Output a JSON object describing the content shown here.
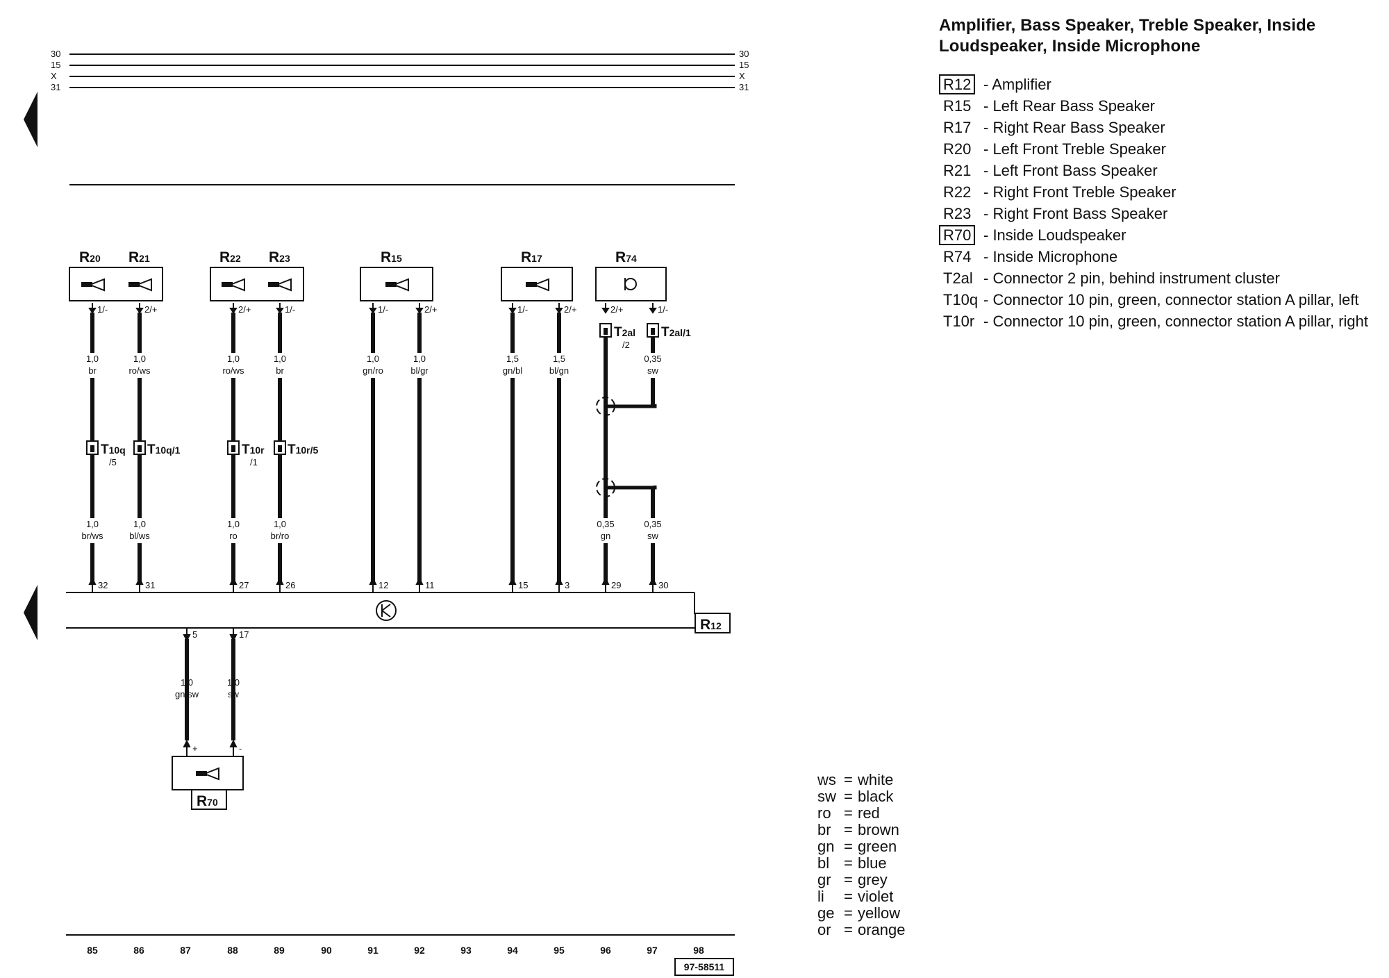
{
  "title": "Amplifier, Bass Speaker, Treble Speaker, Inside Loudspeaker, Inside Microphone",
  "bus_lines": [
    "30",
    "15",
    "X",
    "31"
  ],
  "components": {
    "R20": {
      "letter": "R",
      "num": "20"
    },
    "R21": {
      "letter": "R",
      "num": "21"
    },
    "R22": {
      "letter": "R",
      "num": "22"
    },
    "R23": {
      "letter": "R",
      "num": "23"
    },
    "R15": {
      "letter": "R",
      "num": "15"
    },
    "R17": {
      "letter": "R",
      "num": "17"
    },
    "R74": {
      "letter": "R",
      "num": "74"
    },
    "R12": {
      "letter": "R",
      "num": "12"
    },
    "R70": {
      "letter": "R",
      "num": "70"
    }
  },
  "pins_top": {
    "c85": "1/-",
    "c86": "2/+",
    "c88": "2/+",
    "c89": "1/-",
    "c91": "1/-",
    "c92": "2/+",
    "c94": "1/-",
    "c95": "2/+",
    "c96": "2/+",
    "c97": "1/-"
  },
  "wires_upper": {
    "c85": {
      "size": "1,0",
      "color": "br"
    },
    "c86": {
      "size": "1,0",
      "color": "ro/ws"
    },
    "c88": {
      "size": "1,0",
      "color": "ro/ws"
    },
    "c89": {
      "size": "1,0",
      "color": "br"
    },
    "c91": {
      "size": "1,0",
      "color": "gn/ro"
    },
    "c92": {
      "size": "1,0",
      "color": "bl/gr"
    },
    "c94": {
      "size": "1,5",
      "color": "gn/bl"
    },
    "c95": {
      "size": "1,5",
      "color": "bl/gn"
    },
    "c97": {
      "size": "0,35",
      "color": "sw"
    }
  },
  "connectors": {
    "c85": {
      "main": "T",
      "sub": "10q",
      "pin": "/5"
    },
    "c86": {
      "main": "T",
      "sub": "10q/1",
      "pin": ""
    },
    "c88": {
      "main": "T",
      "sub": "10r",
      "pin": "/1"
    },
    "c89": {
      "main": "T",
      "sub": "10r/5",
      "pin": ""
    },
    "c96": {
      "main": "T",
      "sub": "2al",
      "pin": "/2"
    },
    "c97": {
      "main": "T",
      "sub": "2al/1",
      "pin": ""
    }
  },
  "wires_lower": {
    "c85": {
      "size": "1,0",
      "color": "br/ws"
    },
    "c86": {
      "size": "1,0",
      "color": "bl/ws"
    },
    "c88": {
      "size": "1,0",
      "color": "ro"
    },
    "c89": {
      "size": "1,0",
      "color": "br/ro"
    },
    "c96": {
      "size": "0,35",
      "color": "gn"
    },
    "c97": {
      "size": "0,35",
      "color": "sw"
    }
  },
  "amp_pins": {
    "c85": "32",
    "c86": "31",
    "c88": "27",
    "c89": "26",
    "c91": "12",
    "c92": "11",
    "c94": "15",
    "c95": "3",
    "c96": "29",
    "c97": "30",
    "b87": "5",
    "b88": "17"
  },
  "wires_bottom": {
    "c87": {
      "size": "1,0",
      "color": "gn/sw"
    },
    "c88": {
      "size": "1,0",
      "color": "sw"
    }
  },
  "r70_pins": {
    "plus": "+",
    "minus": "-"
  },
  "axis": [
    "85",
    "86",
    "87",
    "88",
    "89",
    "90",
    "91",
    "92",
    "93",
    "94",
    "95",
    "96",
    "97",
    "98"
  ],
  "diagram_id": "97-58511",
  "legend": [
    {
      "code": "R12",
      "boxed": true,
      "desc": "- Amplifier"
    },
    {
      "code": "R15",
      "boxed": false,
      "desc": "- Left Rear Bass Speaker"
    },
    {
      "code": "R17",
      "boxed": false,
      "desc": "- Right Rear Bass Speaker"
    },
    {
      "code": "R20",
      "boxed": false,
      "desc": "- Left Front Treble Speaker"
    },
    {
      "code": "R21",
      "boxed": false,
      "desc": "- Left Front Bass Speaker"
    },
    {
      "code": "R22",
      "boxed": false,
      "desc": "- Right Front Treble Speaker"
    },
    {
      "code": "R23",
      "boxed": false,
      "desc": "- Right Front Bass Speaker"
    },
    {
      "code": "R70",
      "boxed": true,
      "desc": "- Inside Loudspeaker"
    },
    {
      "code": "R74",
      "boxed": false,
      "desc": "- Inside Microphone"
    },
    {
      "code": "T2al",
      "boxed": false,
      "desc": "- Connector 2 pin, behind instrument cluster"
    },
    {
      "code": "T10q",
      "boxed": false,
      "desc": "- Connector 10 pin, green, connector station A pillar, left"
    },
    {
      "code": "T10r",
      "boxed": false,
      "desc": "- Connector 10 pin, green, connector station A pillar, right"
    }
  ],
  "colors": [
    {
      "abbr": "ws",
      "name": "white"
    },
    {
      "abbr": "sw",
      "name": "black"
    },
    {
      "abbr": "ro",
      "name": "red"
    },
    {
      "abbr": "br",
      "name": "brown"
    },
    {
      "abbr": "gn",
      "name": "green"
    },
    {
      "abbr": "bl",
      "name": "blue"
    },
    {
      "abbr": "gr",
      "name": "grey"
    },
    {
      "abbr": "li",
      "name": "violet"
    },
    {
      "abbr": "ge",
      "name": "yellow"
    },
    {
      "abbr": "or",
      "name": "orange"
    }
  ]
}
